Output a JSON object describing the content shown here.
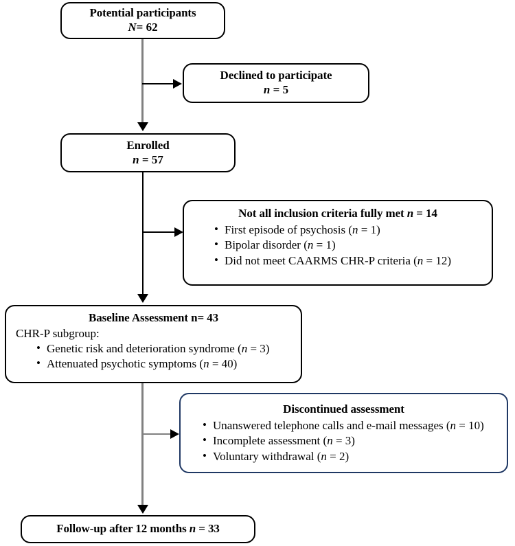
{
  "diagram": {
    "type": "participant-flow-chart",
    "colors": {
      "box_border": "#000000",
      "highlight_box_border": "#1f3864",
      "connector_gray": "#808080",
      "connector_black": "#000000",
      "background": "#ffffff"
    }
  },
  "nodes": {
    "potential": {
      "title": "Potential participants",
      "count_symbol": "N",
      "count_eq": "=",
      "count_value": "62"
    },
    "declined": {
      "title": "Declined to participate",
      "count_symbol": "n",
      "count_eq": "=",
      "count_value": "5"
    },
    "enrolled": {
      "title": "Enrolled",
      "count_symbol": "n",
      "count_eq": "=",
      "count_value": "57"
    },
    "excluded": {
      "title_pre": "Not all inclusion criteria fully met ",
      "title_symbol": "n",
      "title_post": " = 14",
      "items": [
        {
          "text_pre": "First episode of psychosis (",
          "symbol": "n",
          "text_post": " = 1)"
        },
        {
          "text_pre": "Bipolar disorder (",
          "symbol": "n",
          "text_post": " = 1)"
        },
        {
          "text_pre": "Did not meet CAARMS CHR-P criteria (",
          "symbol": "n",
          "text_post": " = 12)"
        }
      ]
    },
    "baseline": {
      "title": "Baseline Assessment n= 43",
      "subgroup_label": "CHR-P subgroup:",
      "items": [
        {
          "text_pre": "Genetic risk and deterioration syndrome (",
          "symbol": "n",
          "text_post": " = 3)"
        },
        {
          "text_pre": "Attenuated psychotic symptoms (",
          "symbol": "n",
          "text_post": " = 40)"
        }
      ]
    },
    "discontinued": {
      "title": "Discontinued assessment",
      "items": [
        {
          "text_pre": "Unanswered telephone calls and e-mail messages (",
          "symbol": "n",
          "text_post": " = 10)"
        },
        {
          "text_pre": "Incomplete assessment (",
          "symbol": "n",
          "text_post": " = 3)"
        },
        {
          "text_pre": "Voluntary withdrawal (",
          "symbol": "n",
          "text_post": " = 2)"
        }
      ]
    },
    "followup": {
      "title_pre": "Follow-up after 12 months ",
      "title_symbol": "n",
      "title_post": " = 33"
    }
  }
}
